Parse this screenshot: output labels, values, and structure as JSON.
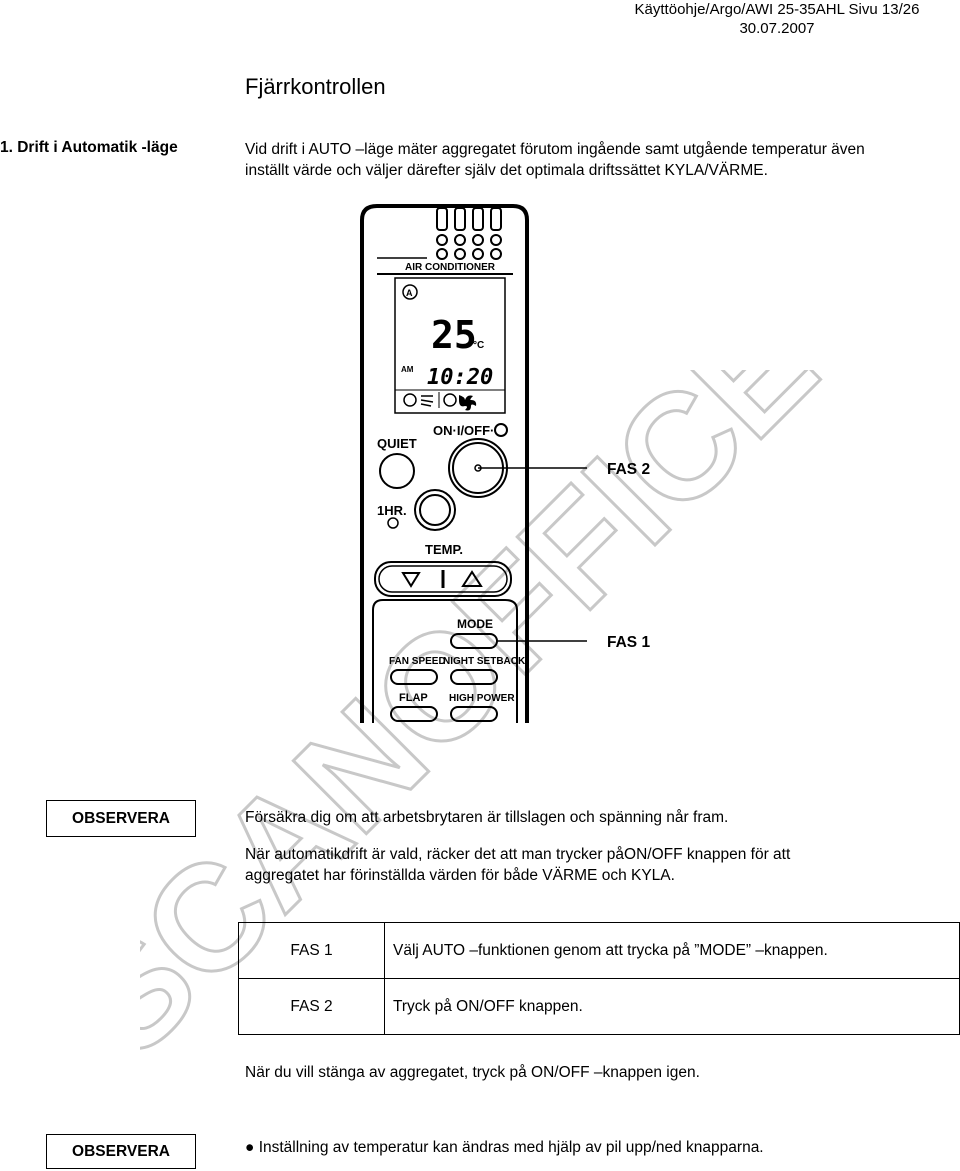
{
  "header": {
    "line1": "Käyttöohje/Argo/AWI 25-35AHL   Sivu 13/26",
    "line2": "30.07.2007"
  },
  "title": "Fjärrkontrollen",
  "section_label": "1. Drift i Automatik -läge",
  "intro": {
    "line1": "Vid drift i AUTO –läge mäter aggregatet förutom ingående samt utgående temperatur även",
    "line2": "inställt värde och väljer därefter själv det optimala driftssättet  KYLA/VÄRME."
  },
  "remote": {
    "brand": "AIR CONDITIONER",
    "temp_display": "25",
    "unit": "°C",
    "am": "AM",
    "time": "10:20",
    "quiet": "QUIET",
    "onoff": "ON·I/OFF·",
    "one_hr": "1HR.",
    "temp": "TEMP.",
    "mode": "MODE",
    "fan_speed": "FAN SPEED",
    "night_setback": "NIGHT SETBACK",
    "flap": "FLAP",
    "high_power": "HIGH POWER",
    "callout_fas2": "FAS 2",
    "callout_fas1": "FAS 1"
  },
  "watermark": "SCANOFFICE",
  "observera_label": "OBSERVERA",
  "note": {
    "line1": "Försäkra dig om att arbetsbrytaren är tillslagen och spänning når fram.",
    "line2": "När automatikdrift är vald, räcker det att man trycker påON/OFF knappen för att",
    "line3": "aggregatet har förinställda värden för både VÄRME och KYLA."
  },
  "steps": [
    {
      "key": "FAS 1",
      "text": "Välj AUTO –funktionen genom att trycka på ”MODE” –knappen."
    },
    {
      "key": "FAS 2",
      "text": "Tryck på ON/OFF knappen."
    }
  ],
  "turn_off": "När du vill stänga av aggregatet, tryck på ON/OFF –knappen igen.",
  "bullet": "Inställning av temperatur kan ändras med hjälp av pil upp/ned knapparna."
}
